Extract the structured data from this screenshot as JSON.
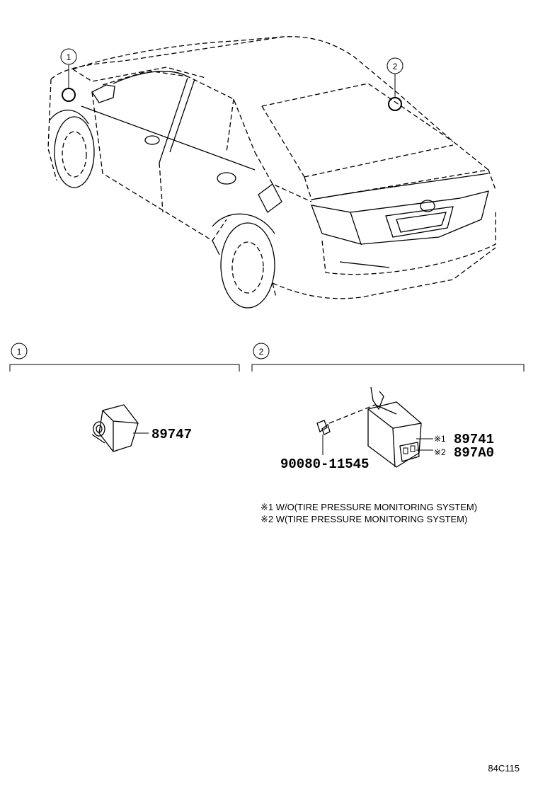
{
  "callouts": {
    "car_marker_1": "1",
    "car_marker_2": "2",
    "section_1": "1",
    "section_2": "2"
  },
  "parts": {
    "buzzer_part_no": "89747",
    "bolt_part_no": "90080-11545",
    "receiver_mark_1": "※1",
    "receiver_part_no_1": "89741",
    "receiver_mark_2": "※2",
    "receiver_part_no_2": "897A0"
  },
  "notes": {
    "note_1": "※1 W/O(TIRE PRESSURE MONITORING SYSTEM)",
    "note_2": "※2 W(TIRE PRESSURE MONITORING SYSTEM)"
  },
  "diagram_code": "84C115"
}
